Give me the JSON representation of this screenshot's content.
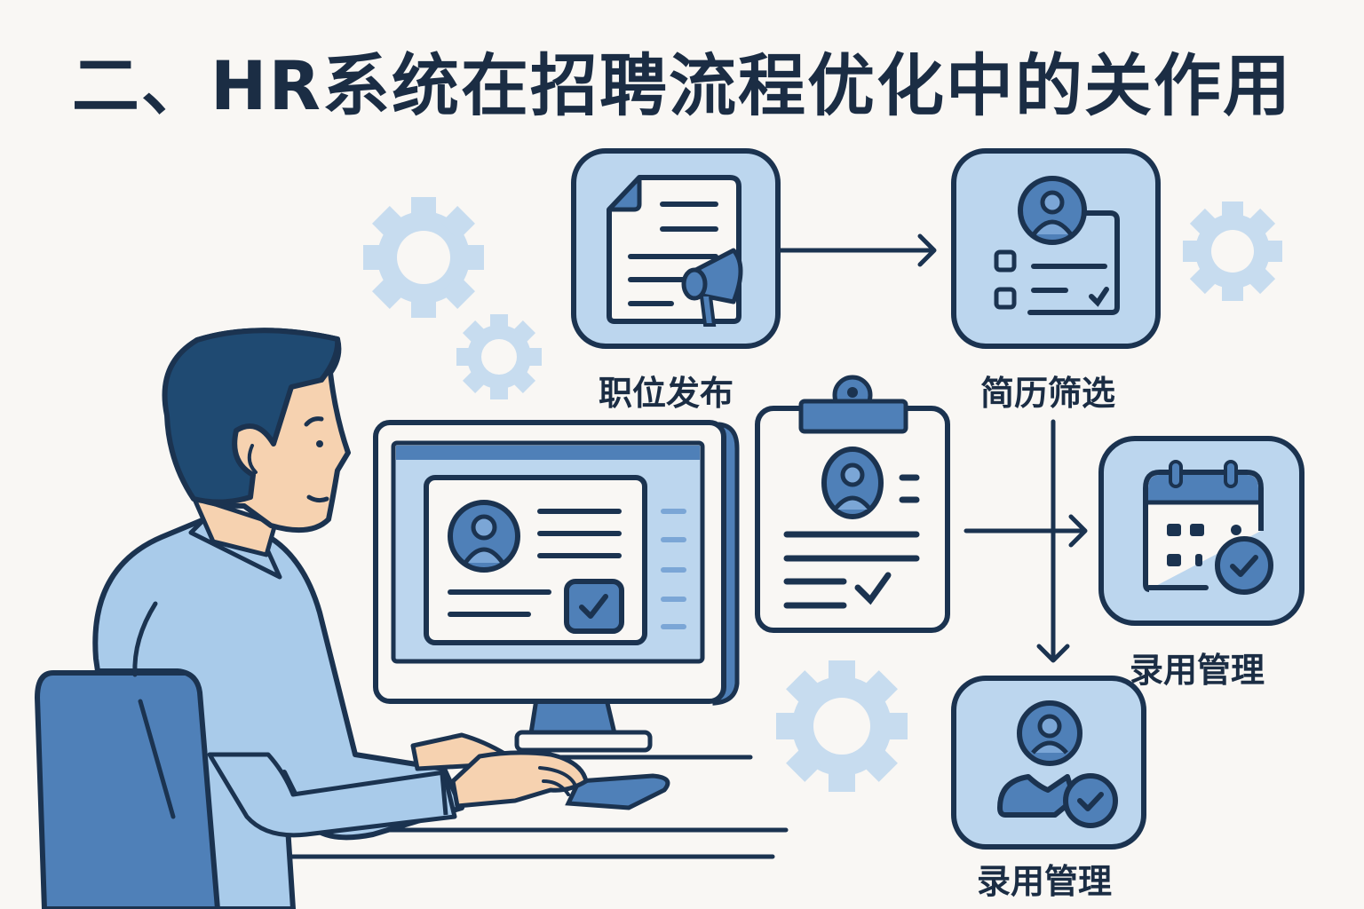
{
  "title": "二、HR系统在招聘流程优化中的关作用",
  "steps": [
    {
      "id": "job-posting",
      "label": "职位发布",
      "icon": "document-megaphone-icon"
    },
    {
      "id": "resume-screening",
      "label": "简历筛选",
      "icon": "resume-profile-icon"
    },
    {
      "id": "interview-scheduling",
      "label": "录用管理",
      "icon": "calendar-check-icon"
    },
    {
      "id": "offer-management",
      "label": "录用管理",
      "icon": "user-check-icon"
    }
  ],
  "center_icon": "clipboard-resume-icon",
  "illustration": "person-at-computer",
  "colors": {
    "background": "#f9f7f4",
    "outline": "#1b3350",
    "light_blue": "#bcd6ee",
    "mid_blue": "#4f80b8",
    "gear": "#c7dcef",
    "skin": "#f6d2b0"
  }
}
